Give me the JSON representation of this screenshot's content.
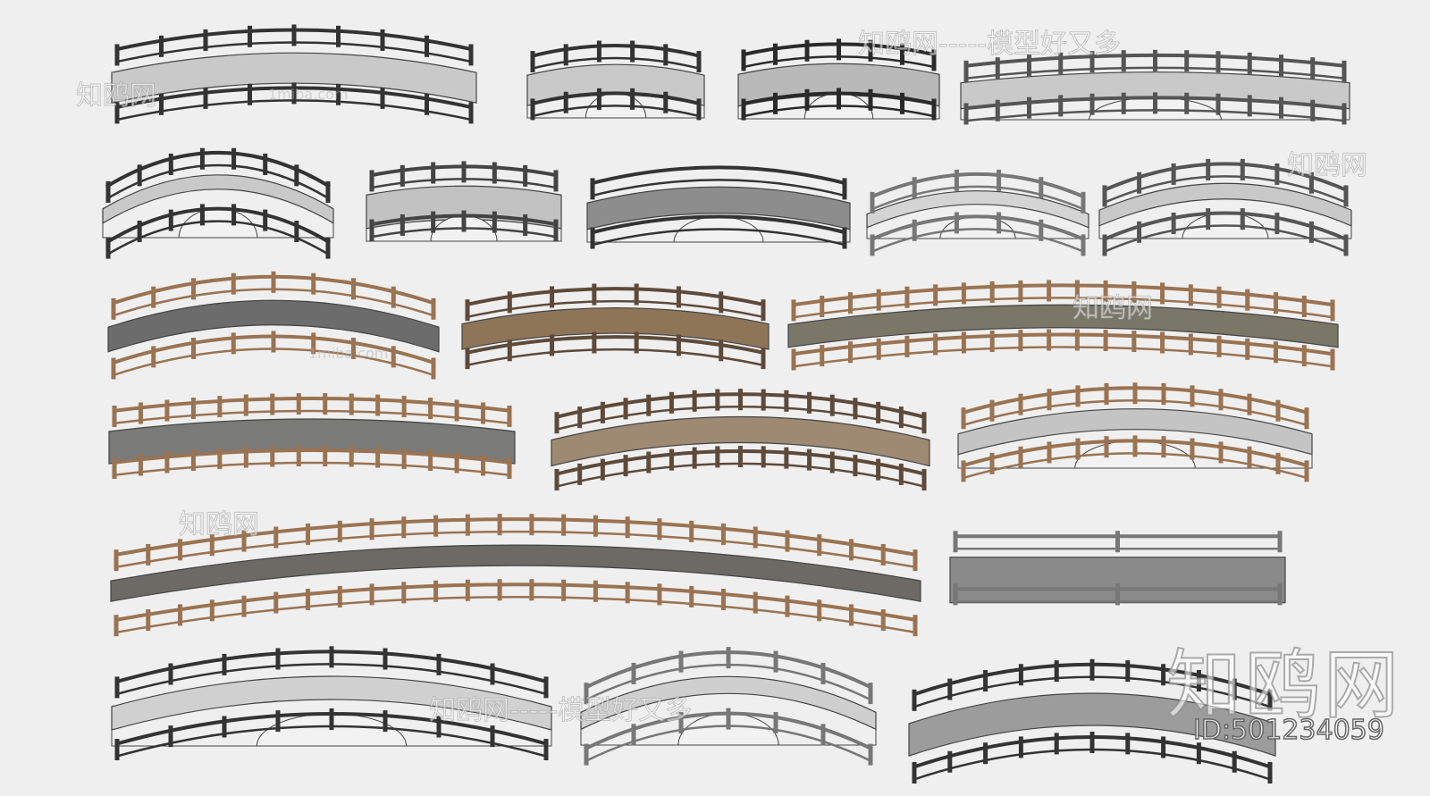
{
  "watermark": {
    "brand": "知鸥网",
    "slogan": "知鸥网-----模型好又多",
    "url": "1miba.com",
    "id_label": "ID:501234059"
  },
  "colors": {
    "background": "#efefef",
    "stone": "#c9c9c9",
    "stone_dark": "#5a5a5a",
    "wood": "#9a7352",
    "wood_dark": "#5e4a3a",
    "deck_grey": "#6d6a66"
  }
}
